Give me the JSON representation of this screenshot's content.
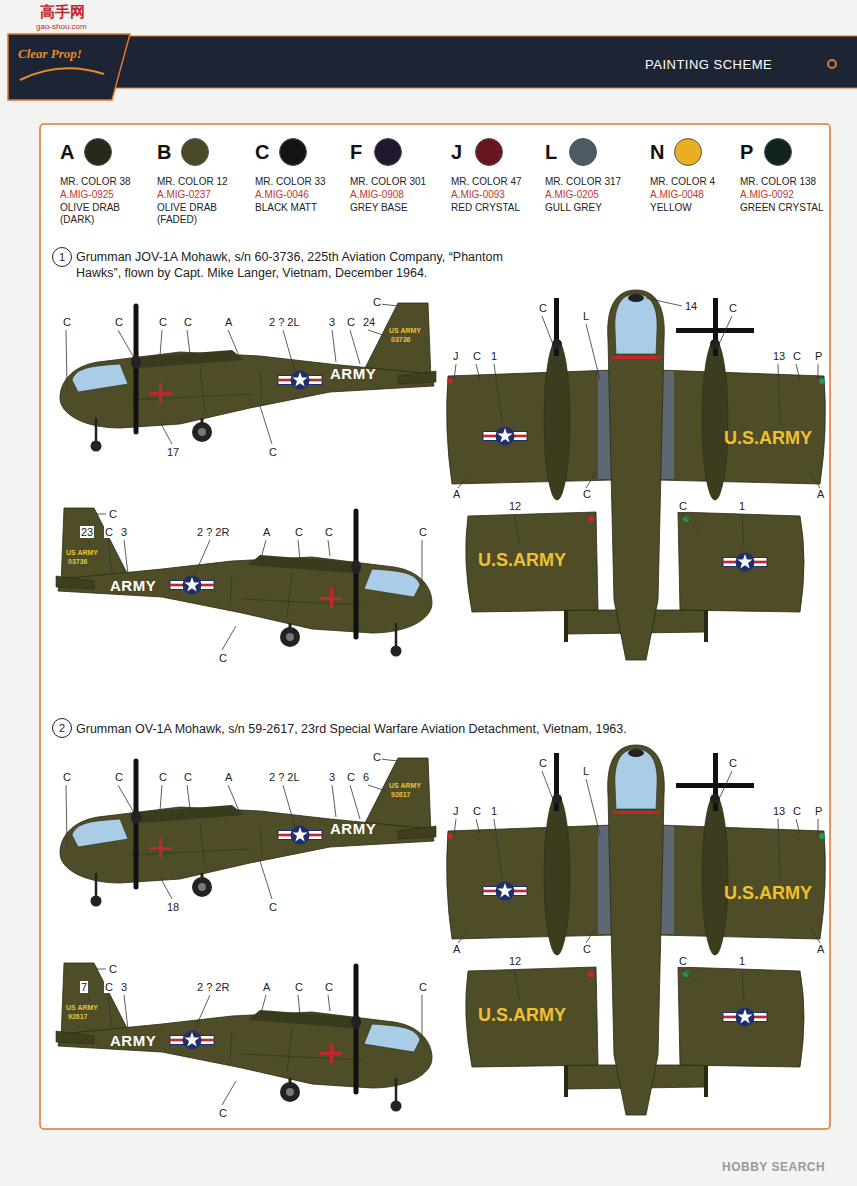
{
  "diagram": {
    "title": "PAINTING SCHEME",
    "nodes": [
      {
        "text": [
          "1"
        ]
      },
      {
        "text": [
          "2"
        ]
      }
    ],
    "labels": [
      "高手网",
      "gao-shou.com",
      "Clear Prop!",
      "A",
      "MR. COLOR 38",
      "A.MIG-0925",
      "B",
      "MR. COLOR 12",
      "A.MIG-0237",
      "C",
      "MR. COLOR 33",
      "A.MIG-0046",
      "F",
      "MR. COLOR 301",
      "A.MIG-0908",
      "J",
      "MR. COLOR 47",
      "A.MIG-0093",
      "L",
      "MR. COLOR 317",
      "A.MIG-0205",
      "N",
      "MR. COLOR 4",
      "A.MIG-0048",
      "P",
      "MR. COLOR 138",
      "A.MIG-0092",
      "Grumman JOV-1A Mohawk, s/n 60-3736, 225th Aviation Company, “Phantom Hawks”, flown by Capt. Mike Langer, Vietnam, December 1964.",
      "Grumman OV-1A Mohawk, s/n 59-2617, 23rd Special Warfare Aviation Detachment, Vietnam, 1963.",
      "C",
      "C",
      "C",
      "C",
      "A",
      "2 ? 2L",
      "3",
      "C",
      "24",
      "C",
      "17",
      "C",
      "ARMY",
      "US ARMY",
      "03736",
      "C",
      "23",
      "C",
      "3",
      "2 ? 2R",
      "A",
      "C",
      "C",
      "C",
      "C",
      "ARMY",
      "US ARMY",
      "03736",
      "J",
      "C",
      "1",
      "C",
      "L",
      "14",
      "C",
      "13",
      "C",
      "P",
      "A",
      "C",
      "12",
      "C",
      "A",
      "1",
      "U.S.ARMY",
      "U.S.ARMY",
      "C",
      "C",
      "C",
      "C",
      "A",
      "2 ? 2L",
      "3",
      "C",
      "6",
      "C",
      "18",
      "C",
      "ARMY",
      "US ARMY",
      "92617",
      "C",
      "7",
      "C",
      "3",
      "2 ? 2R",
      "A",
      "C",
      "C",
      "C",
      "C",
      "ARMY",
      "US ARMY",
      "92617",
      "J",
      "C",
      "1",
      "C",
      "L",
      "C",
      "13",
      "C",
      "P",
      "A",
      "C",
      "12",
      "C",
      "A",
      "1",
      "U.S.ARMY",
      "U.S.ARMY",
      "HOBBY SEARCH"
    ],
    "legend": [
      {
        "text": "OLIVE DRAB (DARK)",
        "color": "#262a1b"
      },
      {
        "text": "OLIVE DRAB (FADED)",
        "color": "#4a4829"
      },
      {
        "text": "BLACK MATT",
        "color": "#141414"
      },
      {
        "text": "GREY BASE",
        "color": "#22182e"
      },
      {
        "text": "RED CRYSTAL",
        "color": "#6a1620"
      },
      {
        "text": "GULL GREY",
        "color": "#4e5963"
      },
      {
        "text": "YELLOW",
        "color": "#e8b020"
      },
      {
        "text": "GREEN CRYSTAL",
        "color": "#10231f"
      }
    ]
  }
}
